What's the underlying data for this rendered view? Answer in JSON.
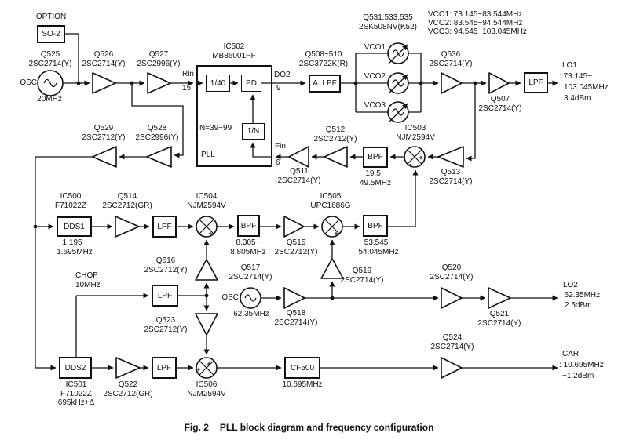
{
  "diagram": {
    "signs": {
      "plus": "+",
      "minus": "-"
    },
    "boxes": {
      "so2": "SO-2",
      "div40": "1/40",
      "pd": "PD",
      "divn": "1/N",
      "alpf": "A. LPF",
      "lpf": "LPF",
      "bpf": "BPF",
      "dds1": "DDS1",
      "dds2": "DDS2",
      "cf500": "CF500"
    },
    "labels": {
      "option": "OPTION",
      "q525": "Q525",
      "q525_p": "2SC2714(Y)",
      "osc1": "OSC",
      "osc1_f": "20MHz",
      "q526": "Q526",
      "q526_p": "2SC2714(Y)",
      "q527": "Q527",
      "q527_p": "2SC2996(Y)",
      "q529": "Q529",
      "q529_p": "2SC2712(Y)",
      "q528": "Q528",
      "q528_p": "2SC2996(Y)",
      "rin": "Rin",
      "pin15": "15",
      "ic502": "IC502",
      "ic502_p": "MB86001PF",
      "nrange": "N=39~99",
      "pll": "PLL",
      "do2": "DO2",
      "pin9": "9",
      "fin": "Fin",
      "pin6": "6",
      "q508": "Q508~510",
      "q508_p": "2SC3722K(R)",
      "q531": "Q531,533,535",
      "q531_p": "2SK508NV(K52)",
      "vco1": "VCO1",
      "vco2": "VCO2",
      "vco3": "VCO3",
      "vco_freqs": [
        "VCO1: 73.145~83.544MHz",
        "VCO2: 83.545~94.544MHz",
        "VCO3: 94.545~103.045MHz"
      ],
      "q536": "Q536",
      "q536_p": "2SC2714(Y)",
      "q507": "Q507",
      "q507_p": "2SC2714(Y)",
      "lo1": "LO1",
      "lo1_f1": ": 73.145~",
      "lo1_f2": "103.045MHz",
      "lo1_dbm": "3.4dBm",
      "ic503": "IC503",
      "ic503_p": "NJM2594V",
      "q513": "Q513",
      "q513_p": "2SC2714(Y)",
      "bpf1_f1": "19.5~",
      "bpf1_f2": "49.5MHz",
      "q512": "Q512",
      "q512_p": "2SC2712(Y)",
      "q511": "Q511",
      "q511_p": "2SC2714(Y)",
      "ic500": "IC500",
      "ic500_p": "F71022Z",
      "dds1_f1": "1.195~",
      "dds1_f2": "1.695MHz",
      "q514": "Q514",
      "q514_p": "2SC2712(GR)",
      "ic504": "IC504",
      "ic504_p": "NJM2594V",
      "bpf2_f1": "8.305~",
      "bpf2_f2": "8.805MHz",
      "q515": "Q515",
      "q515_p": "2SC2712(Y)",
      "ic505": "IC505",
      "ic505_p": "UPC1686G",
      "bpf3_f1": "53.545~",
      "bpf3_f2": "54.045MHz",
      "q516": "Q516",
      "q516_p": "2SC2712(Y)",
      "chop": "CHOP",
      "chop_f": "10MHz",
      "q517": "Q517",
      "q517_p": "2SC2714(Y)",
      "osc2": "OSC",
      "osc2_f": "62.35MHz",
      "q518": "Q518",
      "q518_p": "2SC2714(Y)",
      "q519": "Q519",
      "q519_p": "2SC2714(Y)",
      "q520": "Q520",
      "q520_p": "2SC2714(Y)",
      "q521": "Q521",
      "q521_p": "2SC2714(Y)",
      "lo2": "LO2",
      "lo2_f": ": 62.35MHz",
      "lo2_dbm": "2.5dBm",
      "q523": "Q523",
      "q523_p": "2SC2712(Y)",
      "ic501": "IC501",
      "ic501_p": "F71022Z",
      "ic501_f": "695kHz+Δ",
      "q522": "Q522",
      "q522_p": "2SC2712(GR)",
      "ic506": "IC506",
      "ic506_p": "NJM2594V",
      "cf500_f": "10.695MHz",
      "q524": "Q524",
      "q524_p": "2SC2714(Y)",
      "car": "CAR",
      "car_f": ": 10.695MHz",
      "car_dbm": "−1.2dBm"
    }
  },
  "caption": {
    "fig": "Fig. 2",
    "text": "PLL block diagram and frequency configuration"
  },
  "colors": {
    "ink": "#111111",
    "background": "#ffffff"
  }
}
